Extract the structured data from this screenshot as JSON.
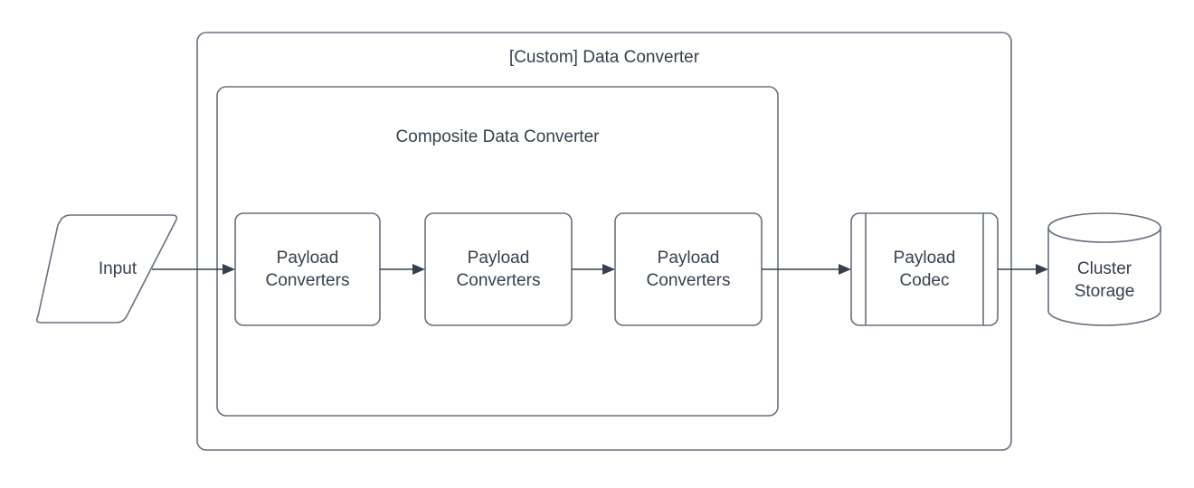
{
  "diagram": {
    "type": "flowchart",
    "background_color": "#ffffff",
    "stroke_color": "#66707e",
    "connector_color": "#36404d",
    "text_color": "#36404d",
    "containers": [
      {
        "id": "custom-data-converter",
        "title": "[Custom] Data Converter",
        "shape": "rounded-rectangle",
        "title_position": "top-center"
      },
      {
        "id": "composite-data-converter",
        "title": "Composite Data Converter",
        "shape": "rounded-rectangle",
        "title_position": "top-center"
      }
    ],
    "nodes": [
      {
        "id": "input",
        "label": "Input",
        "shape": "parallelogram"
      },
      {
        "id": "payload-converters-1",
        "label": "Payload\nConverters",
        "shape": "rounded-rectangle"
      },
      {
        "id": "payload-converters-2",
        "label": "Payload\nConverters",
        "shape": "rounded-rectangle"
      },
      {
        "id": "payload-converters-3",
        "label": "Payload\nConverters",
        "shape": "rounded-rectangle"
      },
      {
        "id": "payload-codec",
        "label": "Payload\nCodec",
        "shape": "predefined-process"
      },
      {
        "id": "cluster-storage",
        "label": "Cluster\nStorage",
        "shape": "cylinder"
      }
    ],
    "edges": [
      {
        "from": "input",
        "to": "payload-converters-1",
        "style": "solid-arrow"
      },
      {
        "from": "payload-converters-1",
        "to": "payload-converters-2",
        "style": "solid-arrow"
      },
      {
        "from": "payload-converters-2",
        "to": "payload-converters-3",
        "style": "solid-arrow"
      },
      {
        "from": "payload-converters-3",
        "to": "payload-codec",
        "style": "solid-arrow"
      },
      {
        "from": "payload-codec",
        "to": "cluster-storage",
        "style": "solid-arrow"
      }
    ]
  }
}
